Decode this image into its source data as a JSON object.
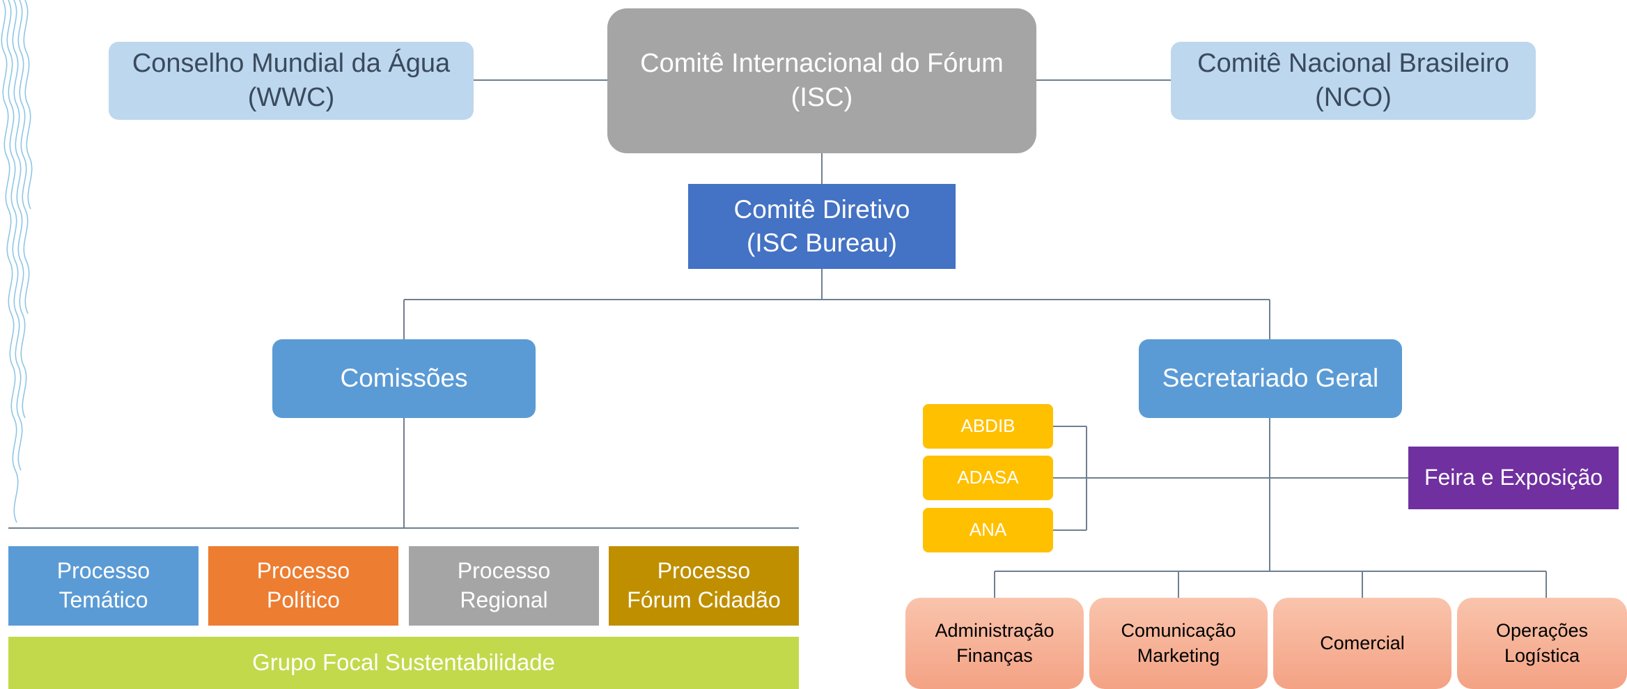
{
  "top": {
    "left": {
      "line1": "Conselho Mundial da Água",
      "line2": "(WWC)"
    },
    "center": {
      "line1": "Comitê Internacional do Fórum",
      "line2": "(ISC)"
    },
    "right": {
      "line1": "Comitê Nacional Brasileiro",
      "line2": "(NCO)"
    }
  },
  "directive": {
    "line1": "Comitê Diretivo",
    "line2": "(ISC Bureau)"
  },
  "commissions": {
    "label": "Comissões"
  },
  "secretariat": {
    "label": "Secretariado Geral"
  },
  "processes": [
    {
      "line1": "Processo",
      "line2": "Temático"
    },
    {
      "line1": "Processo",
      "line2": "Político"
    },
    {
      "line1": "Processo",
      "line2": "Regional"
    },
    {
      "line1": "Processo",
      "line2": "Fórum Cidadão"
    }
  ],
  "focus_group": {
    "label": "Grupo Focal Sustentabilidade"
  },
  "partners": [
    "ABDIB",
    "ADASA",
    "ANA"
  ],
  "fair": {
    "label": "Feira e Exposição"
  },
  "departments": [
    {
      "line1": "Administração",
      "line2": "Finanças"
    },
    {
      "line1": "Comunicação",
      "line2": "Marketing"
    },
    {
      "line1": "Comercial",
      "line2": ""
    },
    {
      "line1": "Operações",
      "line2": "Logística"
    }
  ],
  "colors": {
    "light_blue": "#bdd7ee",
    "gray": "#a5a5a5",
    "directive_blue": "#4472c4",
    "mid_blue": "#5b9bd5",
    "orange": "#ed7d31",
    "gold": "#bf8f00",
    "green": "#c2d94b",
    "yellow": "#ffc000",
    "purple": "#7030a0",
    "salmon": "#f4a284"
  }
}
